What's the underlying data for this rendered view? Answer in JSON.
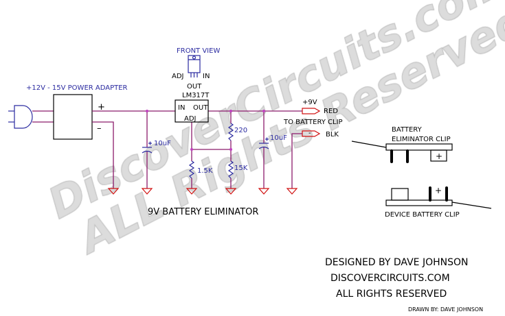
{
  "title": "9V BATTERY ELIMINATOR",
  "watermark": {
    "line1": "DiscoverCircuits.com",
    "line2": "ALL Rights Reserved"
  },
  "labels": {
    "adapter": "+12V - 15V POWER ADAPTER",
    "plus": "+",
    "minus": "–",
    "regulator": "LM317T",
    "pin_in": "IN",
    "pin_out": "OUT",
    "pin_adj": "ADJ",
    "front_view": "FRONT VIEW",
    "fv_adj": "ADJ",
    "fv_out": "OUT",
    "fv_in": "IN",
    "c1": "10uF",
    "c2": "10uF",
    "r220": "220",
    "r15k": "15K",
    "r1k5": "1.5K",
    "plus9v": "+9V",
    "red": "RED",
    "to_clip": "TO BATTERY CLIP",
    "neg": "-",
    "blk": "BLK",
    "elim_clip_1": "BATTERY",
    "elim_clip_2": "ELIMINATOR CLIP",
    "clip_plus": "+",
    "device_clip": "DEVICE BATTERY CLIP",
    "device_plus": "+"
  },
  "credits": {
    "designed": "DESIGNED BY DAVE JOHNSON",
    "site": "DISCOVERCIRCUITS.COM",
    "rights": "ALL RIGHTS RESERVED",
    "drawn": "DRAWN BY: DAVE JOHNSON"
  },
  "colors": {
    "wire": "#8b1a6b",
    "ground": "#d01010",
    "component": "#2a2aa0"
  }
}
